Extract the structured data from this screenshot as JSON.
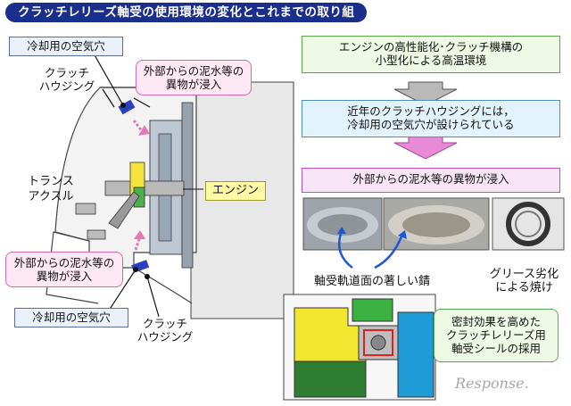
{
  "title": "クラッチレリーズ軸受の使用環境の変化とこれまでの取り組み",
  "left": {
    "cooling_hole_top": "冷却用の空気穴",
    "clutch_housing_top": [
      "クラッチ",
      "ハウジング"
    ],
    "ingress_top": [
      "外部からの泥水等の",
      "異物が浸入"
    ],
    "transaxle": [
      "トランス",
      "アクスル"
    ],
    "engine": "エンジン",
    "ingress_bottom": [
      "外部からの泥水等の",
      "異物が浸入"
    ],
    "cooling_hole_bottom": "冷却用の空気穴",
    "clutch_housing_bottom": [
      "クラッチ",
      "ハウジング"
    ]
  },
  "right": {
    "step1": [
      "エンジンの高性能化･クラッチ機構の",
      "小型化による高温環境"
    ],
    "step2": [
      "近年のクラッチハウジングには，",
      "冷却用の空気穴が設けられている"
    ],
    "step3": "外部からの泥水等の異物が浸入",
    "rust_caption": "軸受軌道面の著しい錆",
    "grease_caption": [
      "グリース劣化",
      "による焼け"
    ],
    "seal_box": [
      "密封効果を高めた",
      "クラッチレリーズ用",
      "軸受シールの採用"
    ]
  },
  "watermark": "Response."
}
